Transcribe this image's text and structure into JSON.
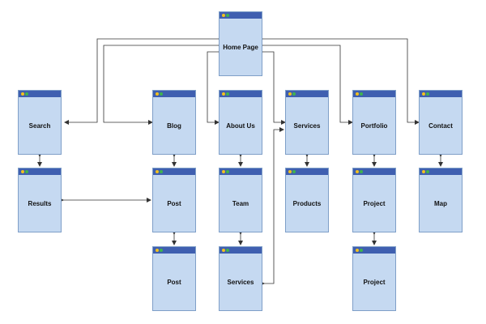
{
  "pages": {
    "home": "Home Page",
    "search": "Search",
    "blog": "Blog",
    "about": "About Us",
    "services": "Services",
    "portfolio": "Portfolio",
    "contact": "Contact",
    "results": "Results",
    "post_1": "Post",
    "team": "Team",
    "products": "Products",
    "project_1": "Project",
    "map": "Map",
    "post_2": "Post",
    "services_2": "Services",
    "project_2": "Project"
  },
  "colors": {
    "page_fill": "#c5d9f1",
    "page_border": "#7f9fc8",
    "title_bar": "#3f5fb0",
    "dot_yellow": "#f2c01e",
    "dot_green": "#3fb34f",
    "connector": "#333333"
  }
}
